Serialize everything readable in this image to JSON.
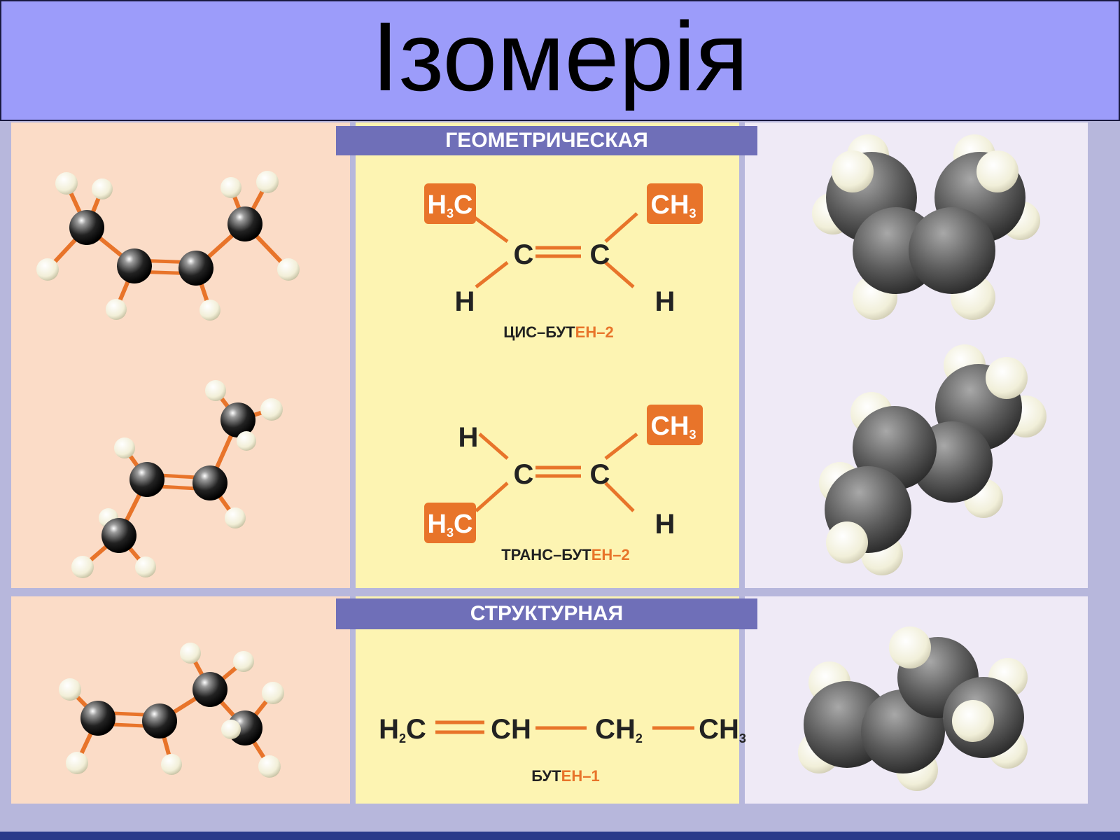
{
  "title": "Ізомерія",
  "sections": {
    "geometric": {
      "label": "ГЕОМЕТРИЧЕСКАЯ"
    },
    "structural": {
      "label": "СТРУКТУРНАЯ"
    }
  },
  "molecules": {
    "cis": {
      "top_left": "H",
      "top_left_sub": "3",
      "top_left_tail": "C",
      "top_right": "CH",
      "top_right_sub": "3",
      "carbon_left": "C",
      "carbon_right": "C",
      "bottom_left": "H",
      "bottom_right": "H",
      "caption_prefix": "ЦИС–БУТ",
      "caption_suffix": "ЕН–2"
    },
    "trans": {
      "top_left": "H",
      "top_right": "CH",
      "top_right_sub": "3",
      "carbon_left": "C",
      "carbon_right": "C",
      "bottom_left": "H",
      "bottom_left_sub": "3",
      "bottom_left_tail": "C",
      "bottom_right": "H",
      "caption_prefix": "ТРАНС–БУТ",
      "caption_suffix": "ЕН–2"
    },
    "butene1": {
      "g1": "H",
      "g1_sub": "2",
      "g1_tail": "C",
      "g2": "CH",
      "g3": "CH",
      "g3_sub": "2",
      "g4": "CH",
      "g4_sub": "3",
      "caption_prefix": "БУТ",
      "caption_suffix": "ЕН–1"
    }
  },
  "colors": {
    "title_bg": "#9c9cfa",
    "band": "#6f6fb8",
    "bond": "#e8742a",
    "group_box": "#e8742a",
    "peach": "#fbdcc7",
    "yellow": "#fdf4b2",
    "lilac": "#efeaf6"
  }
}
